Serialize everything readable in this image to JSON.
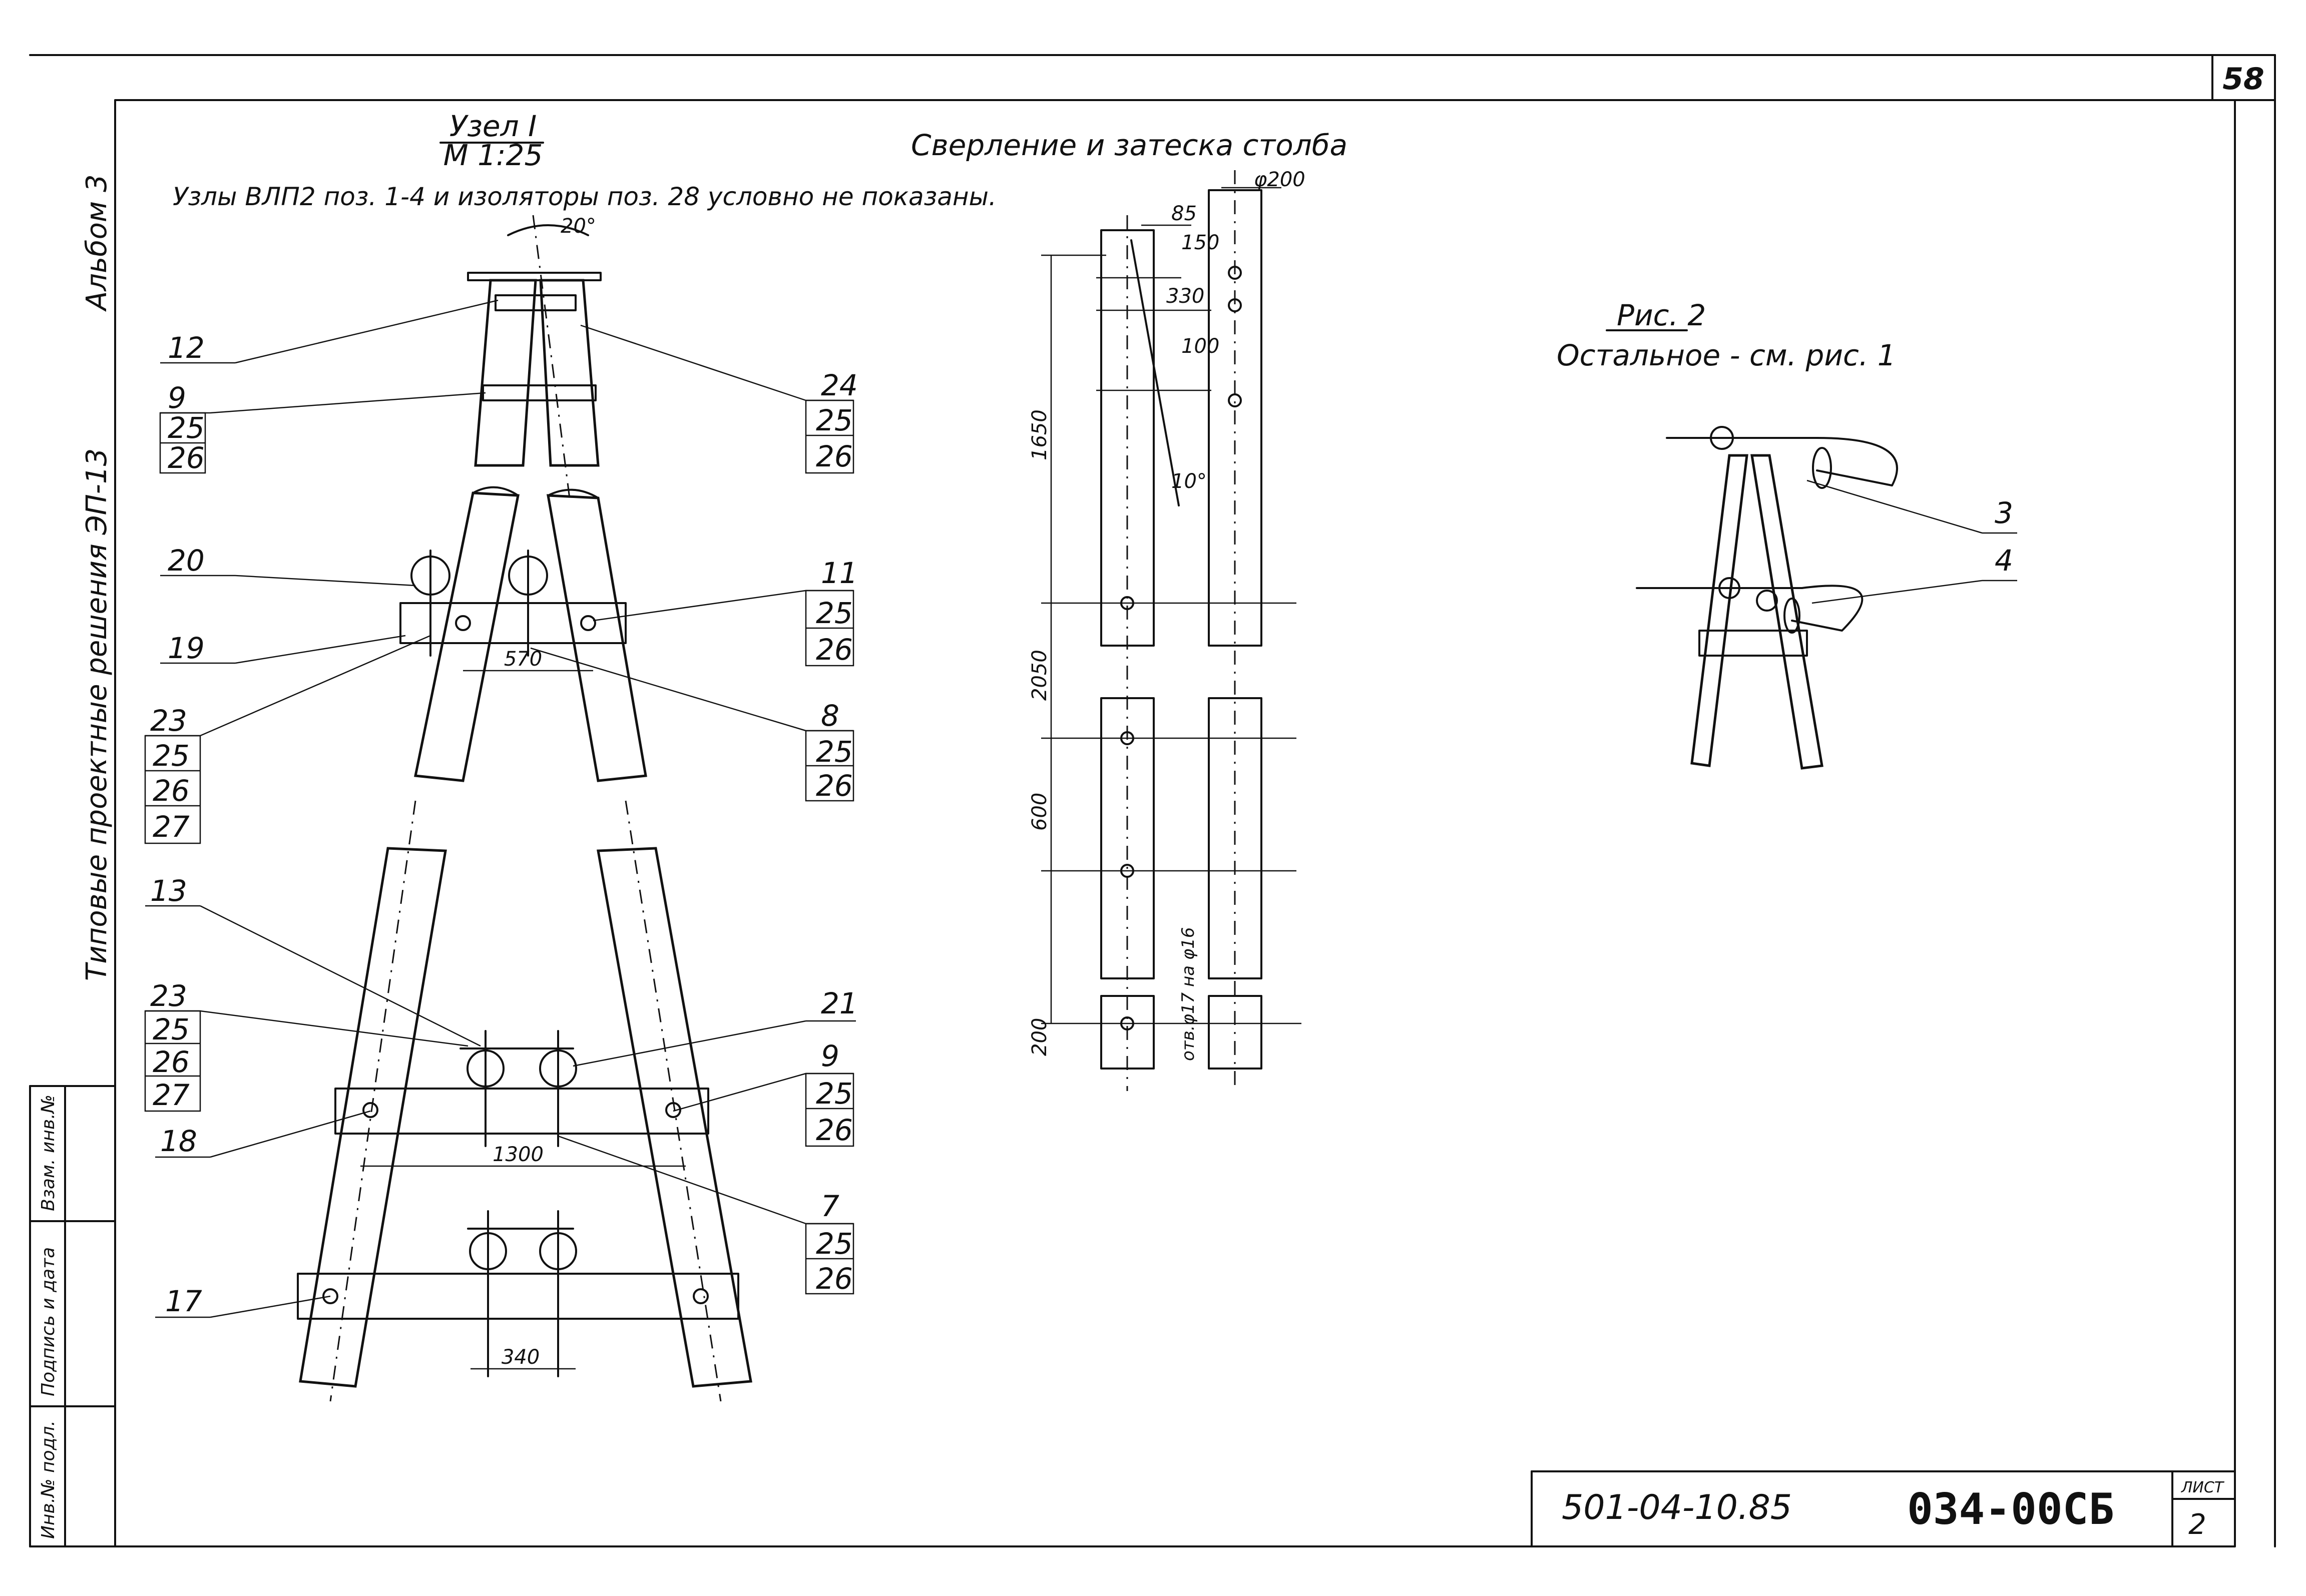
{
  "sheet": {
    "page_number": "58",
    "doc_code": "501-04-10.85",
    "drawing_code": "034-00СБ",
    "list_label": "ЛИСТ",
    "list_value": "2"
  },
  "side_title": "Типовые  проектные  решения  ЭП-13",
  "album": "Альбом 3",
  "stamp": [
    "Инв.№ подл.",
    "Подпись и дата",
    "Взам. инв.№"
  ],
  "node": {
    "title": "Узел I",
    "scale": "М 1:25",
    "note": "Узлы ВЛП2 поз. 1-4 и изоляторы поз. 28 условно не показаны.",
    "angle": "20°"
  },
  "drilling": {
    "title": "Сверление  и  затеска  столба",
    "diameter": "φ200",
    "dims": [
      "85",
      "150",
      "330",
      "100",
      "10°",
      "1650",
      "2050",
      "600",
      "200",
      "отв.φ17 на φ16"
    ]
  },
  "fig2": {
    "title": "Рис. 2",
    "note": "Остальное - см. рис. 1",
    "labels": [
      "3",
      "4"
    ]
  },
  "dimensions": {
    "d570": "570",
    "d1300": "1300",
    "d340": "340"
  },
  "callouts": {
    "c12": "12",
    "c9": [
      "9",
      "25",
      "26"
    ],
    "c24": [
      "24",
      "25",
      "26"
    ],
    "c20": "20",
    "c19": "19",
    "c11": [
      "11",
      "25",
      "26"
    ],
    "c23a": [
      "23",
      "25",
      "26",
      "27"
    ],
    "c8": [
      "8",
      "25",
      "26"
    ],
    "c13": "13",
    "c23b": [
      "23",
      "25",
      "26",
      "27"
    ],
    "c21": "21",
    "c9b": [
      "9",
      "25",
      "26"
    ],
    "c18": "18",
    "c7": [
      "7",
      "25",
      "26"
    ],
    "c17": "17"
  }
}
